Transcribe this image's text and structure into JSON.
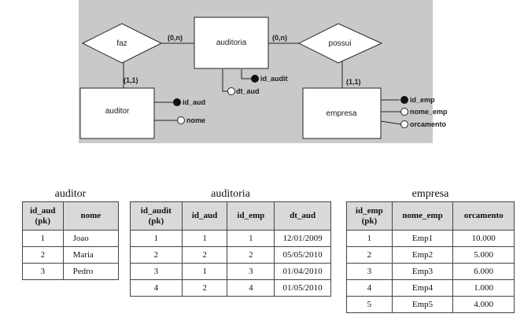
{
  "diagram": {
    "entities": {
      "auditoria": "auditoria",
      "auditor": "auditor",
      "empresa": "empresa"
    },
    "relationships": {
      "faz": "faz",
      "possui": "possui"
    },
    "cardinalities": {
      "faz_auditoria": "(0,n)",
      "faz_auditor": "(1,1)",
      "possui_auditoria": "(0,n)",
      "possui_empresa": "(1,1)"
    },
    "attributes": {
      "id_audit": "id_audit",
      "dt_aud": "dt_aud",
      "id_aud": "id_aud",
      "nome": "nome",
      "id_emp": "id_emp",
      "nome_emp": "nome_emp",
      "orcamento": "orcamento"
    }
  },
  "tables": {
    "auditor": {
      "caption": "auditor",
      "headers": [
        [
          "id_aud",
          "(pk)"
        ],
        [
          "nome"
        ]
      ],
      "rows": [
        [
          "1",
          "Joao"
        ],
        [
          "2",
          "Maria"
        ],
        [
          "3",
          "Pedro"
        ]
      ]
    },
    "auditoria": {
      "caption": "auditoria",
      "headers": [
        [
          "id_audit",
          "(pk)"
        ],
        [
          "id_aud"
        ],
        [
          "id_emp"
        ],
        [
          "dt_aud"
        ]
      ],
      "rows": [
        [
          "1",
          "1",
          "1",
          "12/01/2009"
        ],
        [
          "2",
          "2",
          "2",
          "05/05/2010"
        ],
        [
          "3",
          "1",
          "3",
          "01/04/2010"
        ],
        [
          "4",
          "2",
          "4",
          "01/05/2010"
        ]
      ]
    },
    "empresa": {
      "caption": "empresa",
      "headers": [
        [
          "id_emp",
          "(pk)"
        ],
        [
          "nome_emp"
        ],
        [
          "orcamento"
        ]
      ],
      "rows": [
        [
          "1",
          "Emp1",
          "10.000"
        ],
        [
          "2",
          "Emp2",
          "5.000"
        ],
        [
          "3",
          "Emp3",
          "6.000"
        ],
        [
          "4",
          "Emp4",
          "1.000"
        ],
        [
          "5",
          "Emp5",
          "4.000"
        ]
      ]
    }
  }
}
